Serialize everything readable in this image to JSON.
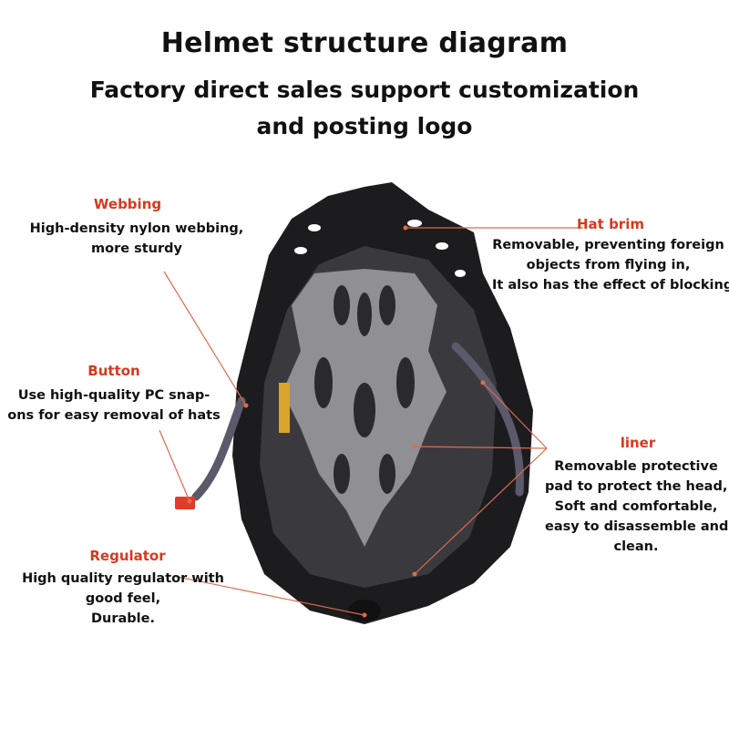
{
  "title": {
    "main": "Helmet structure diagram",
    "line2": "Factory direct sales support customization",
    "line3": "and posting logo"
  },
  "callouts": {
    "webbing": {
      "label": "Webbing",
      "lines": [
        "High-density nylon webbing,",
        "more sturdy"
      ]
    },
    "button": {
      "label": "Button",
      "lines": [
        "Use high-quality PC snap-",
        "ons for easy removal of hats"
      ]
    },
    "regulator": {
      "label": "Regulator",
      "lines": [
        "High quality regulator with",
        "good feel,",
        "Durable."
      ]
    },
    "hat_brim": {
      "label": "Hat brim",
      "lines": [
        "Removable, preventing foreign",
        "objects from flying in,",
        "It also has the effect of blocking"
      ]
    },
    "liner": {
      "label": "liner",
      "lines": [
        "Removable protective",
        "pad to protect the head,",
        "Soft and comfortable,",
        "easy to disassemble and",
        "clean."
      ]
    }
  },
  "colors": {
    "label": "#d9381e",
    "leader": "#e06a50",
    "shell": "#1c1c1e",
    "pad": "#8f8f94"
  }
}
